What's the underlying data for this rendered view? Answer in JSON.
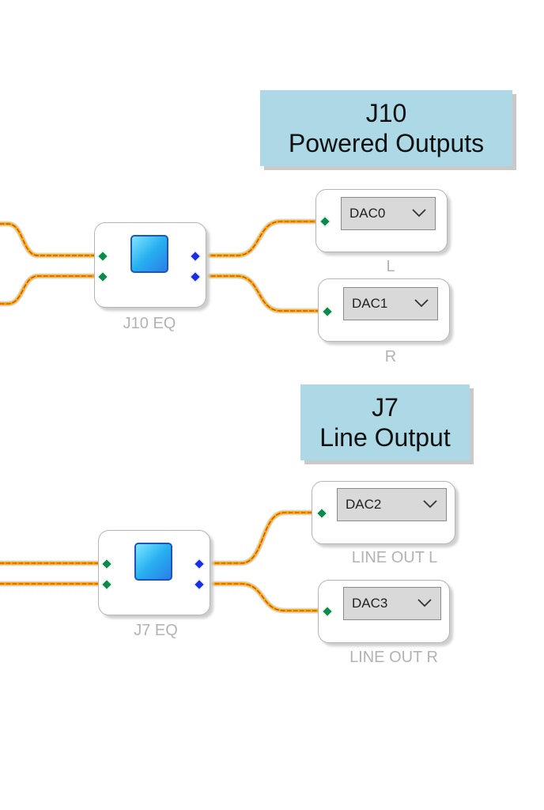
{
  "groups": {
    "j10": {
      "line1": "J10",
      "line2": "Powered Outputs"
    },
    "j7": {
      "line1": "J7",
      "line2": "Line Output"
    }
  },
  "eq_blocks": {
    "j10": {
      "caption": "J10 EQ"
    },
    "j7": {
      "caption": "J7 EQ"
    }
  },
  "outputs": {
    "dac0": {
      "selected": "DAC0",
      "caption": "L"
    },
    "dac1": {
      "selected": "DAC1",
      "caption": "R"
    },
    "dac2": {
      "selected": "DAC2",
      "caption": "LINE OUT L"
    },
    "dac3": {
      "selected": "DAC3",
      "caption": "LINE OUT R"
    }
  },
  "colors": {
    "wire": "#f5b800",
    "wire_dash": "#e03a1a",
    "group_label_bg": "#add8e6",
    "input_pin": "#0b8a4c",
    "output_pin": "#1a2ee6",
    "eq_icon": "#27b0f0"
  },
  "icons": {
    "eq": "eq-block-icon",
    "dropdown": "chevron-down-icon"
  }
}
